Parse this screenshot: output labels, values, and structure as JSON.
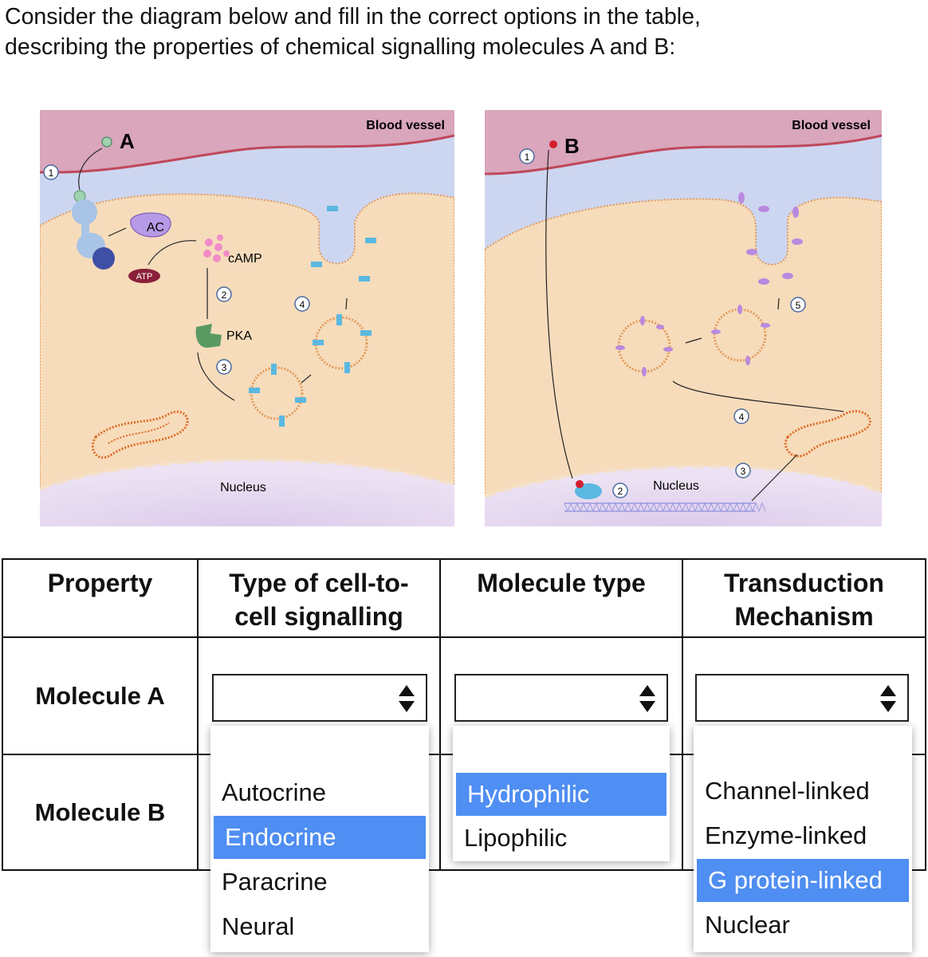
{
  "question": {
    "line1": "Consider the diagram below and fill in the correct options in the table,",
    "line2": "describing the properties of chemical signalling molecules A and B:"
  },
  "diagram_a": {
    "vessel_label": "Blood vessel",
    "molecule": "A",
    "steps": [
      "1",
      "2",
      "3",
      "4"
    ],
    "ac": "AC",
    "atp": "ATP",
    "camp": "cAMP",
    "pka": "PKA",
    "nucleus": "Nucleus"
  },
  "diagram_b": {
    "vessel_label": "Blood vessel",
    "molecule": "B",
    "steps": [
      "1",
      "2",
      "3",
      "4",
      "5"
    ],
    "nucleus": "Nucleus"
  },
  "table": {
    "headers": [
      "Property",
      "Type of cell-to-cell signalling",
      "Molecule type",
      "Transduction Mechanism"
    ],
    "header_lines": {
      "col1": [
        "Type of cell-to-",
        "cell signalling"
      ],
      "col3": [
        "Transduction",
        "Mechanism"
      ]
    },
    "rows": [
      "Molecule A",
      "Molecule B"
    ]
  },
  "dropdowns": {
    "signalling": {
      "value": "",
      "options": [
        "Autocrine",
        "Endocrine",
        "Paracrine",
        "Neural"
      ],
      "highlighted": "Endocrine"
    },
    "molecule_type": {
      "value": "",
      "options": [
        "Hydrophilic",
        "Lipophilic"
      ],
      "highlighted": "Hydrophilic"
    },
    "transduction": {
      "value": "",
      "options": [
        "Channel-linked",
        "Enzyme-linked",
        "G protein-linked",
        "Nuclear"
      ],
      "highlighted": "G protein-linked"
    }
  },
  "colors": {
    "highlight": "#4f8ef2",
    "vessel": "#d9a6bc",
    "vessel_border": "#c0475a",
    "cytoplasm": "#f7d9b5",
    "extracellular": "#cdd6f0",
    "nucleus": "#e6d3ef",
    "receptor": "#6b7fd6",
    "vesicle_protein": "#5bb8e0",
    "lipid_protein": "#b989df",
    "pka": "#5a9a62",
    "camp": "#f08cc8"
  }
}
